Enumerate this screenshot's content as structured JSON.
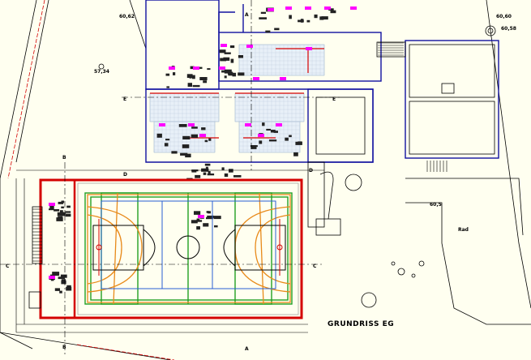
{
  "drawing": {
    "title": "GRUNDRISS EG",
    "section_markers": [
      "A",
      "A",
      "B",
      "B",
      "C",
      "C",
      "D",
      "D",
      "E",
      "E"
    ],
    "spot_levels": [
      "60,62",
      "60,60",
      "60,58",
      "57,34",
      "60,5"
    ],
    "outdoor_label": "Rad"
  },
  "colors": {
    "background": "#fffff0",
    "walls_primary": "#d40000",
    "walls_secondary": "#1010a0",
    "court_outer": "#22a022",
    "court_lines": "#e88a1a",
    "court_inner": "#2a5fd4",
    "tags": "#ff00ff"
  }
}
